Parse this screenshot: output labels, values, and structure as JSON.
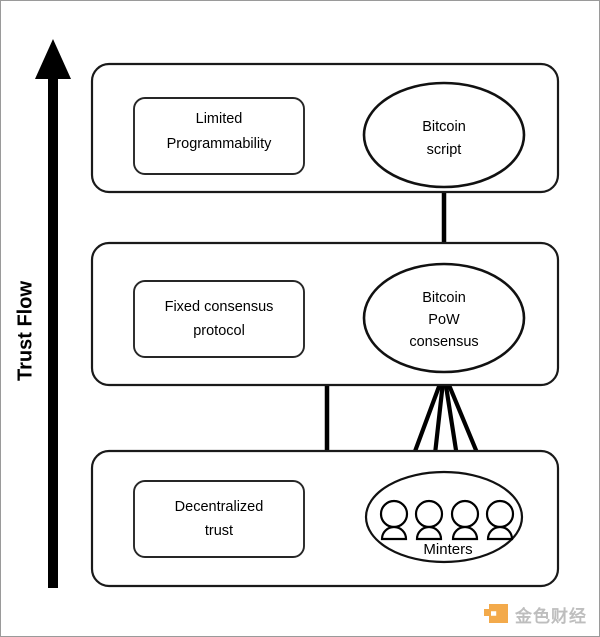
{
  "diagram": {
    "title": "Bitcoin trust flow layered diagram",
    "axis": {
      "label": "Trust Flow",
      "direction": "upward",
      "arrow_icon": "up-arrow-icon"
    },
    "layers": [
      {
        "id": "top",
        "box_label": "Limited\nProgrammability",
        "box_line1": "Limited",
        "box_line2": "Programmability",
        "node_label": "Bitcoin\nscript",
        "node_line1": "Bitcoin",
        "node_line2": "script",
        "node_line3": ""
      },
      {
        "id": "middle",
        "box_label": "Fixed consensus\nprotocol",
        "box_line1": "Fixed consensus",
        "box_line2": "protocol",
        "node_label": "Bitcoin\nPoW\nconsensus",
        "node_line1": "Bitcoin",
        "node_line2": "PoW",
        "node_line3": "consensus"
      },
      {
        "id": "bottom",
        "box_label": "Decentralized\ntrust",
        "box_line1": "Decentralized",
        "box_line2": "trust",
        "node_label": "Minters",
        "node_line1": "Minters",
        "node_line2": "",
        "node_line3": "",
        "actor_count": 4,
        "actor_icon": "person-icon"
      }
    ],
    "connectors": [
      {
        "name": "script-to-pow",
        "from": "Bitcoin script",
        "to": "Bitcoin PoW consensus"
      },
      {
        "name": "box-middle-to-bottom",
        "from": "Fixed consensus protocol",
        "to": "Decentralized trust"
      },
      {
        "name": "minters-to-pow",
        "from": "Minters",
        "to": "Bitcoin PoW consensus",
        "strands": 4
      }
    ],
    "colors": {
      "stroke": "#000000",
      "background": "#ffffff",
      "border": "#9a9a9a",
      "watermark_accent": "#f2a33c",
      "watermark_text": "#b9b9b9"
    }
  },
  "watermark": {
    "text": "金色财经",
    "logo_icon": "jinse-logo-icon"
  }
}
